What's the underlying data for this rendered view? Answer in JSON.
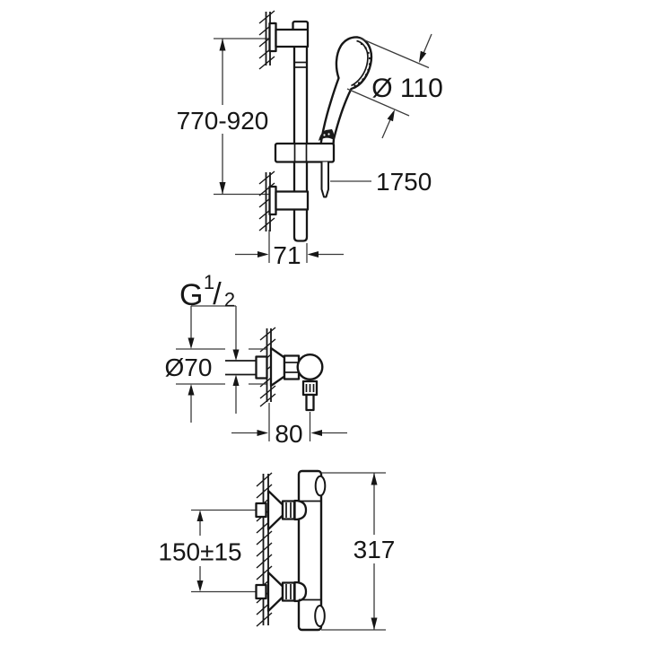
{
  "page": {
    "background": "#ffffff",
    "line_color": "#161616",
    "dimension_line_color": "#3a3a3a"
  },
  "views": {
    "shower_set": {
      "rail_height": "770-920",
      "head_diameter": "Ø 110",
      "hose_length": "1750",
      "rail_wall_distance": "71"
    },
    "valve": {
      "thread_letter": "G",
      "thread_numerator": "1",
      "thread_slash": "/",
      "thread_denominator": "2",
      "rosette_diameter": "Ø70",
      "projection": "80"
    },
    "thermostat": {
      "connection_distance": "150±15",
      "body_length": "317"
    }
  }
}
